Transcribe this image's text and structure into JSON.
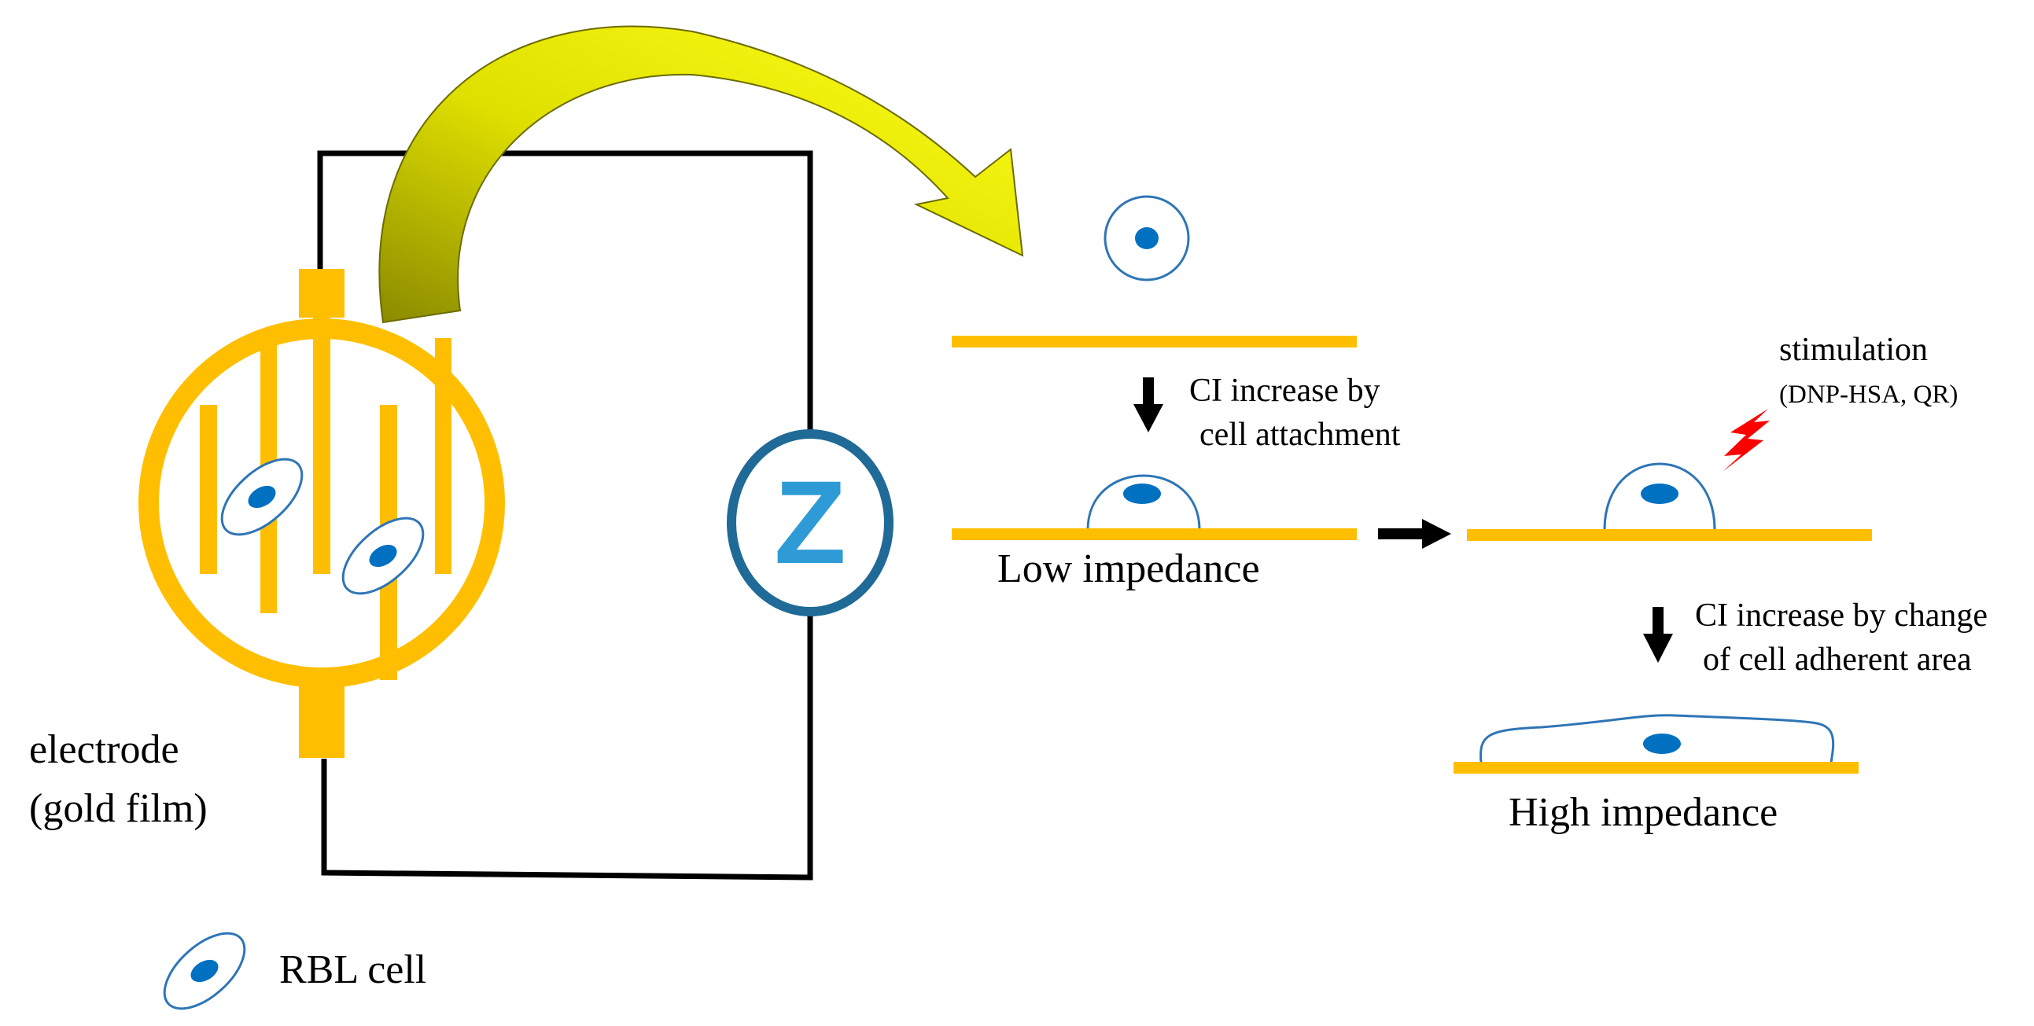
{
  "labels": {
    "electrode_line1": "electrode",
    "electrode_line2": "(gold film)",
    "impedance_symbol": "Z",
    "ci_attach_line1": "CI increase by",
    "ci_attach_line2": "cell attachment",
    "low_impedance": "Low impedance",
    "stimulation": "stimulation",
    "stimulation_agents": "(DNP-HSA, QR)",
    "ci_area_line1": "CI increase by change",
    "ci_area_line2": "of cell adherent area",
    "high_impedance": "High impedance",
    "legend_rbl": "RBL cell"
  },
  "colors": {
    "gold": "#FFBF00",
    "cell_outline": "#2E75B6",
    "nucleus": "#0070C0",
    "z_ring": "#1F6A96",
    "z_letter": "#2E9BD6",
    "arrow_yellow": "#FFFF00",
    "arrow_outline": "#6B6B00",
    "lightning": "#FF0000",
    "wire": "#000000"
  },
  "icons": [
    "curved-arrow-icon",
    "impedance-meter-icon",
    "lightning-icon",
    "down-arrow-icon",
    "right-arrow-icon",
    "cell-icon"
  ]
}
